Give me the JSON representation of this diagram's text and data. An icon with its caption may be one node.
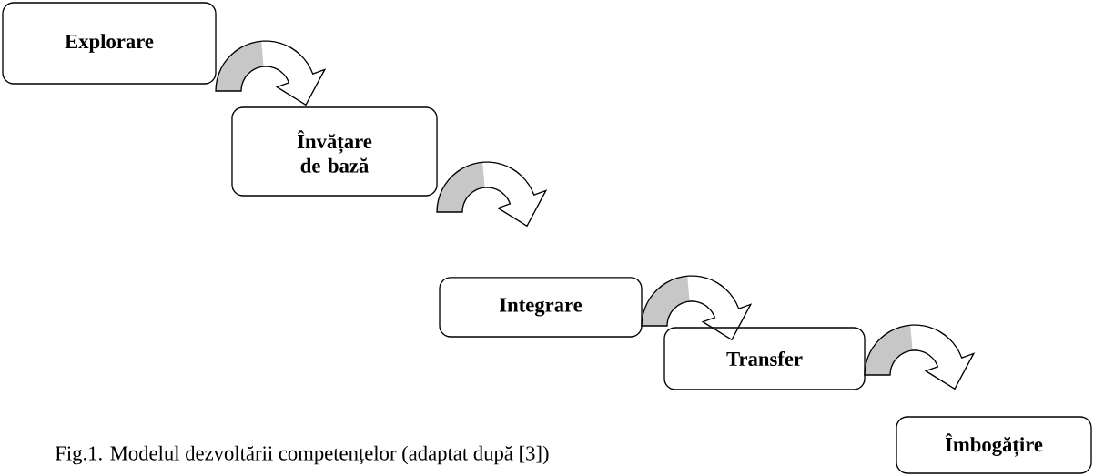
{
  "diagram": {
    "caption": "Fig.1. Modelul dezvoltării competențelor (adaptat după [3])",
    "nodes": [
      {
        "text": [
          "Explorare"
        ]
      },
      {
        "text": [
          "Învățare de bază"
        ]
      },
      {
        "text": [
          "Integrare"
        ]
      },
      {
        "text": [
          "Transfer"
        ]
      },
      {
        "text": [
          "Îmbogățire"
        ]
      }
    ],
    "edges": [
      {
        "from": 0,
        "to": 1,
        "arrow": "to"
      },
      {
        "from": 1,
        "to": 2,
        "arrow": "to"
      },
      {
        "from": 2,
        "to": 3,
        "arrow": "to"
      },
      {
        "from": 3,
        "to": 4,
        "arrow": "to"
      }
    ]
  }
}
